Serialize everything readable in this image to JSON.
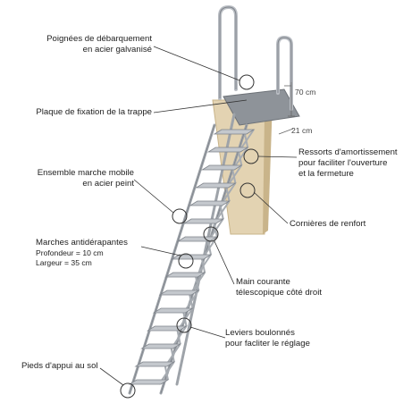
{
  "labels": {
    "handles": {
      "l1": "Poignées de débarquement",
      "l2": "en acier galvanisé"
    },
    "plate": {
      "l1": "Plaque de fixation de la trappe"
    },
    "springs": {
      "l1": "Ressorts d'amortissement",
      "l2": "pour faciliter l'ouverture",
      "l3": "et la fermeture"
    },
    "stepset": {
      "l1": "Ensemble marche mobile",
      "l2": "en acier peint"
    },
    "corners": {
      "l1": "Cornières de renfort"
    },
    "steps": {
      "l1": "Marches antidérapantes",
      "l2": "Profondeur = 10 cm",
      "l3": "Largeur = 35 cm"
    },
    "handrail": {
      "l1": "Main courante",
      "l2": "télescopique côté droit"
    },
    "levers": {
      "l1": "Leviers boulonnés",
      "l2": "pour facliter le réglage"
    },
    "feet": {
      "l1": "Pieds d'appui au sol"
    }
  },
  "dimensions": {
    "length": "70 cm",
    "width": "21 cm"
  },
  "colors": {
    "steel": "#b9bdc3",
    "steel_dark": "#7f848b",
    "wood": "#e3d3b2",
    "wood_dark": "#c9b48a",
    "plate": "#8e9399",
    "leader": "#333333"
  }
}
